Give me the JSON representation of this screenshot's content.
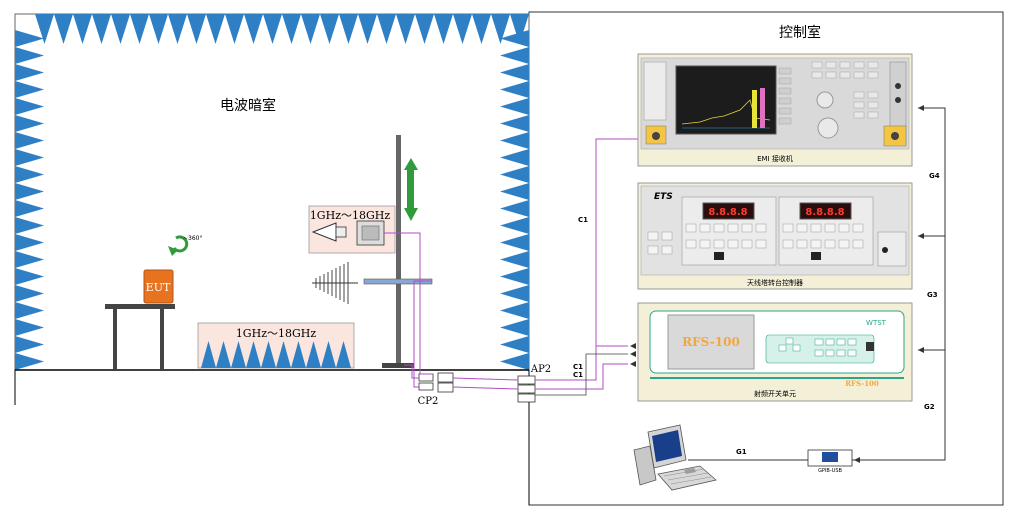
{
  "rooms": {
    "anechoic_chamber_label": "电波暗室",
    "control_room_label": "控制室"
  },
  "chamber": {
    "eut_label": "EUT",
    "rotation_label": "~360°",
    "horn_band_label": "1GHz～18GHz",
    "absorber_band_label": "1GHz～18GHz",
    "port_cp2": "CP2",
    "port_ap2": "AP2"
  },
  "instruments": {
    "emi_receiver_caption": "EMI 接收机",
    "ets_brand": "ETS",
    "ets_readout_left": "8.8.8.8",
    "ets_readout_right": "8.8.8.8",
    "mast_controller_caption": "天线塔转台控制器",
    "rf_switch_screen_text": "RFS-100",
    "rf_switch_brand": "WTST",
    "rf_switch_model": "RFS-100",
    "rf_switch_caption": "射频开关单元",
    "gpib_adapter_label": "GPIB-USB"
  },
  "cables": {
    "c1_left": "C1",
    "c1_mid": "C1",
    "c1_lower": "C1",
    "g1": "G1",
    "g2": "G2",
    "g3": "G3",
    "g4": "G4"
  },
  "colors": {
    "absorber_blue": "#2e7fc4",
    "cable_magenta": "#b04fc4",
    "eut_orange": "#e8731f",
    "mast_arrow_green": "#2f9b3a",
    "rf_switch_teal": "#2aa58c"
  }
}
